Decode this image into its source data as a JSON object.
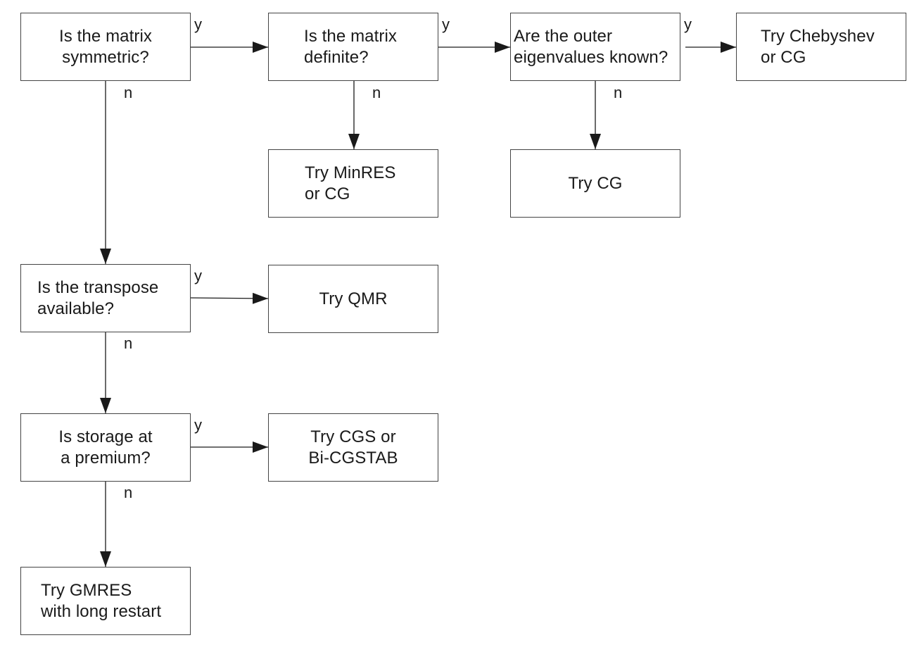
{
  "nodes": {
    "symmetric": [
      "Is the matrix",
      "symmetric?"
    ],
    "definite": [
      "Is the matrix",
      "definite?"
    ],
    "eigenvalues": [
      "Are the outer",
      "eigenvalues known?"
    ],
    "chebyshev": [
      "Try Chebyshev",
      "or CG"
    ],
    "minres": [
      "Try MinRES",
      "or CG"
    ],
    "try_cg": [
      "Try CG"
    ],
    "transpose": [
      "Is the transpose",
      "available?"
    ],
    "qmr": [
      "Try QMR"
    ],
    "storage": [
      "Is storage at",
      "a premium?"
    ],
    "cgs": [
      "Try CGS or",
      "Bi-CGSTAB"
    ],
    "gmres": [
      "Try GMRES",
      "with long restart"
    ]
  },
  "edge_labels": {
    "yes": "y",
    "no": "n"
  },
  "colors": {
    "line": "#1a1a1a",
    "border": "#444444"
  }
}
